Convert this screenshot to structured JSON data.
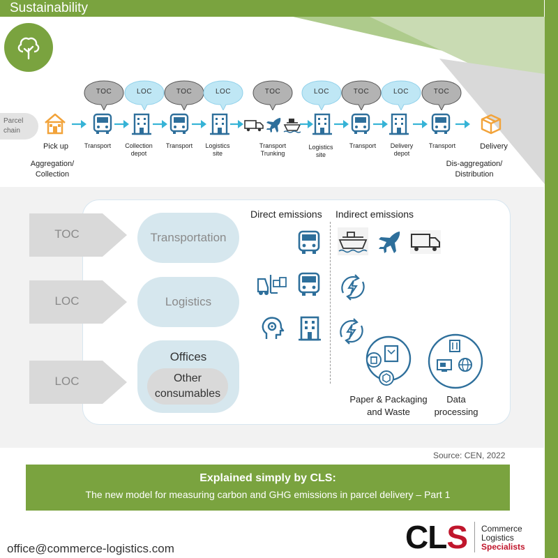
{
  "header": {
    "title": "Sustainability",
    "badge_icon": "tree-icon"
  },
  "colors": {
    "brand_green": "#7aa33f",
    "toc_bubble": "#b3b3b3",
    "loc_bubble": "#bfe7f5",
    "icon_blue": "#2e6f9b",
    "pickup_orange": "#f2a33a",
    "logo_red": "#c0162c"
  },
  "parcel_chain": {
    "label": "Parcel chain",
    "steps": [
      {
        "bubble": "",
        "label": "Pick up",
        "icon": "house-icon"
      },
      {
        "bubble": "TOC",
        "label": "Transport",
        "icon": "bus-icon"
      },
      {
        "bubble": "LOC",
        "label": "Collection depot",
        "icon": "building-icon"
      },
      {
        "bubble": "TOC",
        "label": "Transport",
        "icon": "bus-icon"
      },
      {
        "bubble": "LOC",
        "label": "Logistics site",
        "icon": "building-icon"
      },
      {
        "bubble": "TOC",
        "label": "Transport Trunking",
        "icon": "truck-plane-ship-icon"
      },
      {
        "bubble": "LOC",
        "label": "Logistics site",
        "icon": "building-icon"
      },
      {
        "bubble": "TOC",
        "label": "Transport",
        "icon": "bus-icon"
      },
      {
        "bubble": "LOC",
        "label": "Delivery depot",
        "icon": "building-icon"
      },
      {
        "bubble": "TOC",
        "label": "Transport",
        "icon": "bus-icon"
      },
      {
        "bubble": "",
        "label": "Delivery",
        "icon": "parcel-icon"
      }
    ],
    "aggregation": "Aggregation/ Collection",
    "disaggregation": "Dis-aggregation/ Distribution"
  },
  "model": {
    "direct_header": "Direct emissions",
    "indirect_header": "Indirect emissions",
    "rows": [
      {
        "chevron": "TOC",
        "pill": "Transportation"
      },
      {
        "chevron": "LOC",
        "pill": "Logistics"
      },
      {
        "chevron": "LOC",
        "pill_title": "Offices",
        "pill_sub": "Other consumables"
      }
    ],
    "paper_caption": "Paper & Packaging and Waste",
    "data_caption": "Data processing"
  },
  "source": "Source: CEN, 2022",
  "banner": {
    "title": "Explained simply by CLS:",
    "subtitle": "The new model for measuring carbon and GHG emissions in parcel delivery – Part 1"
  },
  "footer": {
    "email": "office@commerce-logistics.com",
    "logo_text_a": "CL",
    "logo_text_b": "S",
    "logo_words": [
      "Commerce",
      "Logistics",
      "Specialists"
    ]
  }
}
